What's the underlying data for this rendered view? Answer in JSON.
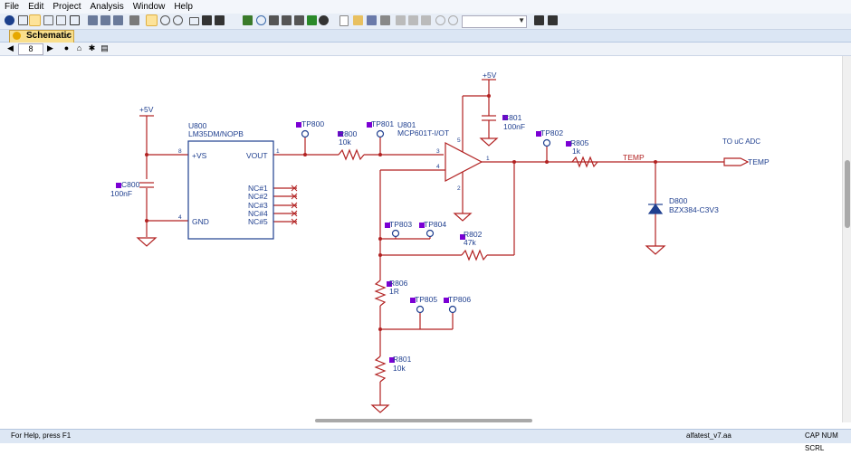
{
  "menu": [
    "File",
    "Edit",
    "Project",
    "Analysis",
    "Window",
    "Help"
  ],
  "tab": {
    "label": "Schematic",
    "close": "×"
  },
  "page": {
    "number": "8"
  },
  "status": {
    "help": "For Help, press F1",
    "file": "alfatest_v7.aa",
    "caps": "CAP NUM SCRL"
  },
  "schematic": {
    "wire_color": "#b22222",
    "text_color": "#1f3f8f",
    "marker_color": "#7b00d4",
    "labels": {
      "vcc1": "+5V",
      "vcc2": "+5V",
      "u800_ref": "U800",
      "u800_val": "LM35DM/NOPB",
      "pin_vs": "+VS",
      "pin_gnd": "GND",
      "pin_vout": "VOUT",
      "nc1": "NC#1",
      "nc2": "NC#2",
      "nc3": "NC#3",
      "nc4": "NC#4",
      "nc5": "NC#5",
      "c800_ref": "C800",
      "c800_val": "100nF",
      "tp800": "TP800",
      "tp801": "TP801",
      "tp802": "TP802",
      "tp803": "TP803",
      "tp804": "TP804",
      "tp805": "TP805",
      "tp806": "TP806",
      "r800_ref": "R800",
      "r800_val": "10k",
      "u801_ref": "U801",
      "u801_val": "MCP601T-I/OT",
      "c801_ref": "C801",
      "c801_val": "100nF",
      "r805_ref": "R805",
      "r805_val": "1k",
      "r802_ref": "R802",
      "r802_val": "47k",
      "r806_ref": "R806",
      "r806_val": "1R",
      "r801_ref": "R801",
      "r801_val": "10k",
      "d800_ref": "D800",
      "d800_val": "BZX384-C3V3",
      "net_temp": "TEMP",
      "port_temp": "TEMP",
      "to_adc": "TO uC ADC",
      "pin8": "8",
      "pin4": "4",
      "pin1": "1",
      "pin3": "3",
      "pin4b": "4",
      "pin1b": "1",
      "pin5": "5",
      "pin2": "2"
    }
  }
}
